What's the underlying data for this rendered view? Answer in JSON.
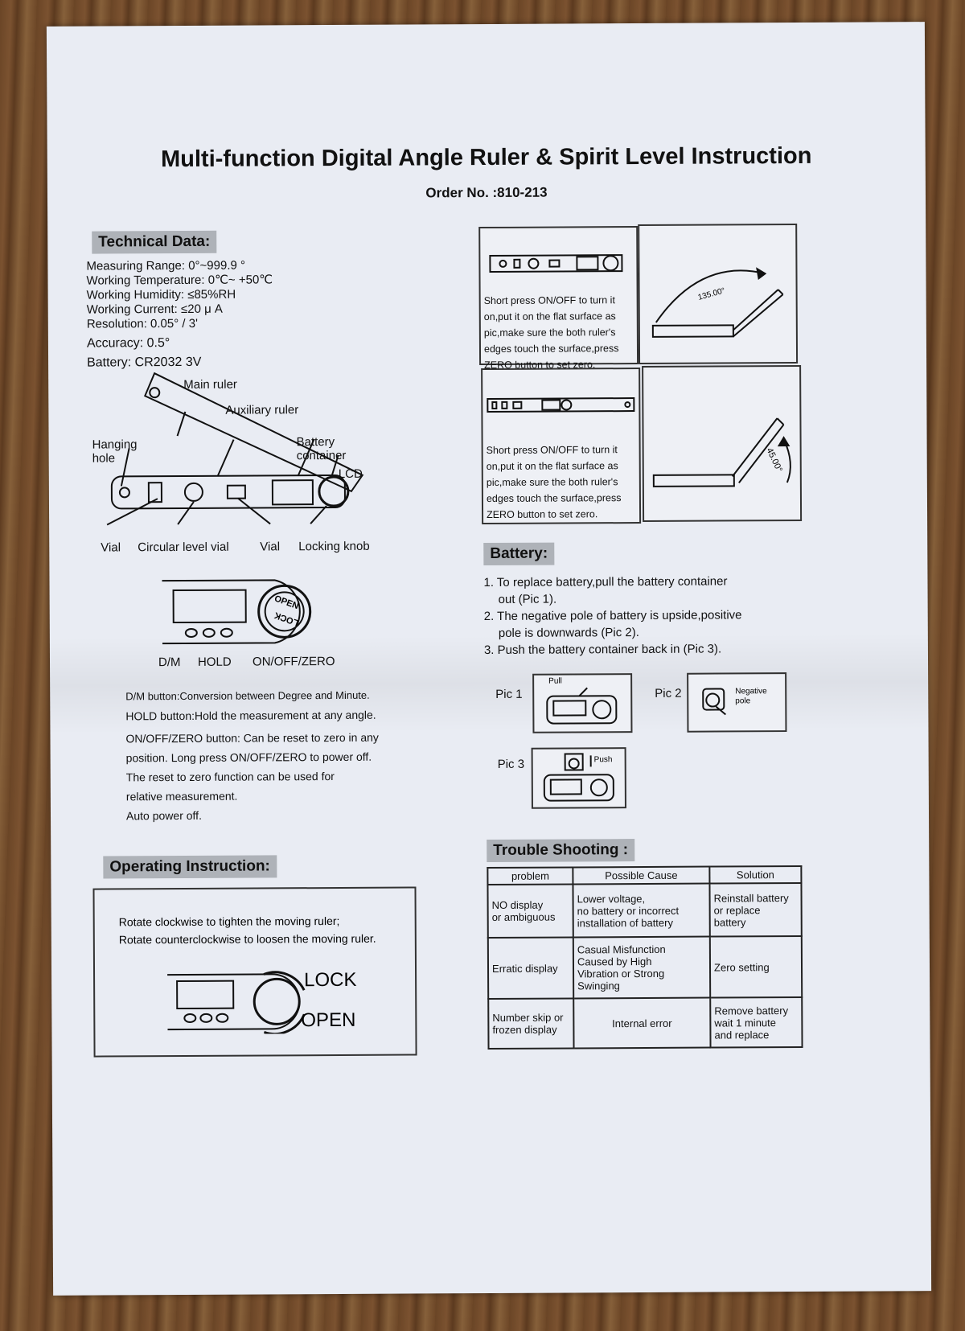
{
  "title": "Multi-function Digital Angle Ruler & Spirit Level Instruction",
  "order_no": "Order No. :810-213",
  "technical": {
    "heading": "Technical Data:",
    "lines": [
      "Measuring Range: 0°~999.9 °",
      "Working Temperature: 0℃~ +50℃",
      "Working Humidity: ≤85%RH",
      "Working Current: ≤20 μ A",
      "Resolution: 0.05° / 3'",
      "Accuracy: 0.5°",
      "Battery: CR2032 3V"
    ]
  },
  "diagram_labels": {
    "main_ruler": "Main ruler",
    "auxiliary_ruler": "Auxiliary ruler",
    "hanging_hole": "Hanging hole",
    "battery_container": "Battery container",
    "lcd": "LCD",
    "vial_left": "Vial",
    "circular_level_vial": "Circular level vial",
    "vial_right": "Vial",
    "locking_knob": "Locking knob"
  },
  "knob": {
    "open": "OPEN",
    "lock": "LOCK",
    "dm": "D/M",
    "hold": "HOLD",
    "onoffzero": "ON/OFF/ZERO"
  },
  "buttons_desc": [
    "D/M button:Conversion between Degree and Minute.",
    "HOLD button:Hold the measurement at any angle.",
    "ON/OFF/ZERO button: Can be reset to zero in any",
    "position. Long press ON/OFF/ZERO to power off.",
    "The reset to zero function can be used for",
    "relative measurement.",
    "Auto power off."
  ],
  "operating": {
    "heading": "Operating Instruction:",
    "line1": "Rotate clockwise to tighten the moving ruler;",
    "line2": "Rotate counterclockwise to loosen the moving ruler.",
    "lock": "LOCK",
    "open": "OPEN"
  },
  "panels": {
    "top_text": [
      "Short press ON/OFF to turn it",
      "on,put it on the flat surface as",
      "pic,make sure the both ruler's",
      "edges touch the surface,press",
      "ZERO button to set zero."
    ],
    "top_angle": "135.00°",
    "bottom_text": [
      "Short press ON/OFF to turn it",
      "on,put it on the flat surface as",
      "pic,make sure the both ruler's",
      "edges touch the surface,press",
      "ZERO button to set zero."
    ],
    "bottom_angle": "45.00°"
  },
  "battery": {
    "heading": "Battery:",
    "steps": [
      "1. To replace battery,pull the battery container",
      "out (Pic 1).",
      "2. The negative pole of battery is upside,positive",
      "pole is downwards (Pic 2).",
      "3. Push the battery container back in (Pic 3)."
    ],
    "pic1": "Pic 1",
    "pull": "Pull",
    "pic2": "Pic 2",
    "negative": "Negative",
    "pole": "pole",
    "pic3": "Pic 3",
    "push": "Push"
  },
  "trouble": {
    "heading": "Trouble Shooting :",
    "headers": [
      "problem",
      "Possible Cause",
      "Solution"
    ],
    "rows": [
      {
        "problem": [
          "NO display",
          "or ambiguous"
        ],
        "cause": [
          "Lower voltage,",
          "no battery or incorrect",
          "installation of battery"
        ],
        "solution": [
          "Reinstall battery",
          "or replace",
          "battery"
        ]
      },
      {
        "problem": [
          "Erratic display"
        ],
        "cause": [
          "Casual Misfunction",
          "Caused by High",
          "Vibration or Strong",
          "Swinging"
        ],
        "solution": [
          "Zero setting"
        ]
      },
      {
        "problem": [
          "Number skip or",
          "frozen display"
        ],
        "cause": [
          "Internal error"
        ],
        "solution": [
          "Remove battery",
          "wait 1 minute",
          "and replace"
        ]
      }
    ]
  }
}
